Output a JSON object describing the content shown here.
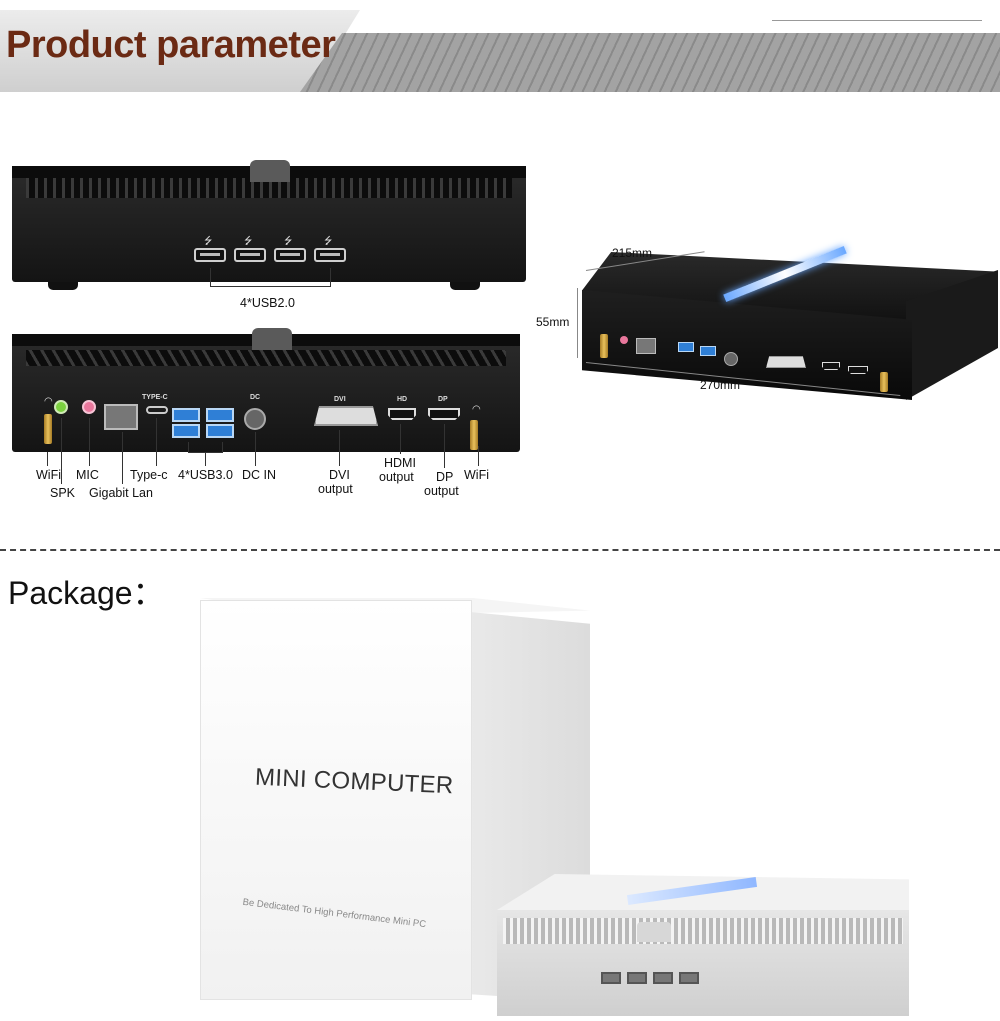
{
  "banner": {
    "title": "Product parameter"
  },
  "front_panel": {
    "usb_label": "4*USB2.0"
  },
  "rear_panel": {
    "port_markings": {
      "typec": "TYPE-C",
      "dc": "DC",
      "dvi": "DVI",
      "hd": "HD",
      "dp": "DP"
    },
    "labels": {
      "wifi_left": "WiFi",
      "spk": "SPK",
      "mic": "MIC",
      "gigabit_lan": "Gigabit Lan",
      "typec": "Type-c",
      "usb3": "4*USB3.0",
      "dc_in": "DC IN",
      "dvi": "DVI",
      "dvi_output": "output",
      "hdmi": "HDMI",
      "hdmi_output": "output",
      "dp": "DP",
      "dp_output": "output",
      "wifi_right": "WiFi"
    }
  },
  "dimensions": {
    "depth": "215mm",
    "height": "55mm",
    "width": "270mm"
  },
  "package": {
    "title": "Package：",
    "box_brand": "MINI COMPUTER",
    "box_slogan": "Be Dedicated To High Performance Mini PC"
  },
  "colors": {
    "title": "#6b2a14",
    "usb3": "#2f7fd6",
    "accent_light": "#6aa8ff"
  }
}
